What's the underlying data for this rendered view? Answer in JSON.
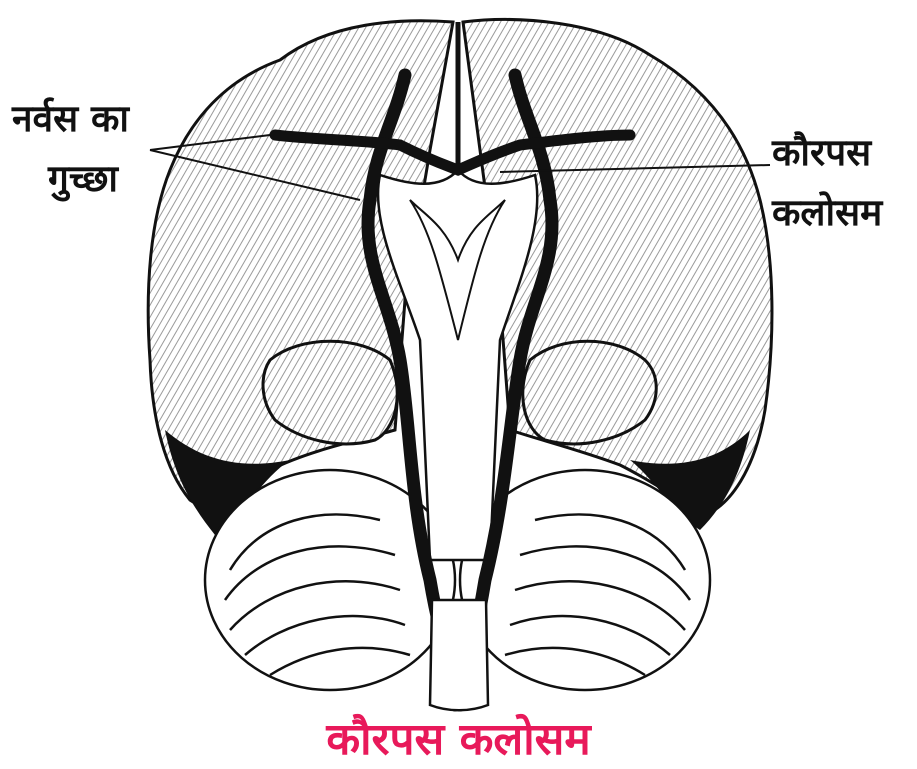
{
  "labels": {
    "left_line1": "नर्वस का",
    "left_line2": "गुच्छा",
    "right_line1": "कौरपस",
    "right_line2": "कलोसम"
  },
  "caption": "कौरपस कलोसम",
  "colors": {
    "caption": "#e8195a",
    "ink": "#111111",
    "shade": "#c9c9c9"
  }
}
